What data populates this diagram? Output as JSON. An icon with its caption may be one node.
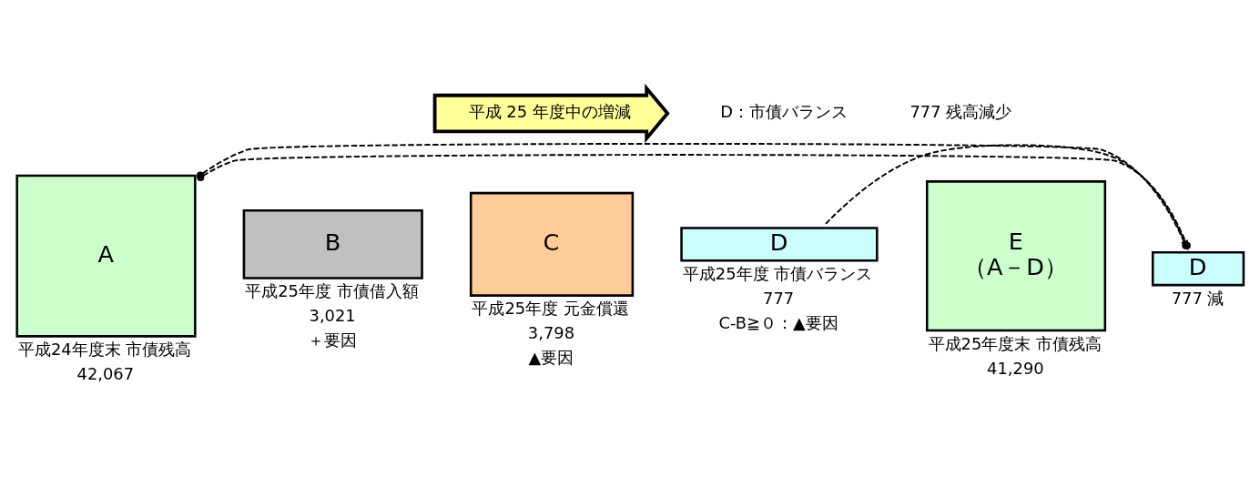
{
  "diagram": {
    "nodes": [
      {
        "text": [
          "A"
        ],
        "beside": [
          "平成24年度末 市債残高",
          "42,067"
        ]
      },
      {
        "text": [
          "B"
        ],
        "beside": [
          "平成25年度 市債借入額",
          "3,021",
          "＋要因"
        ]
      },
      {
        "text": [
          "C"
        ],
        "beside": [
          "平成25年度 元金償還",
          "3,798",
          "▲要因"
        ]
      },
      {
        "text": [
          "D"
        ],
        "beside": [
          "平成25年度 市債バランス",
          "777",
          "C-B≧０：▲要因"
        ]
      },
      {
        "text": [
          "E",
          "（A－D）"
        ],
        "beside": [
          "平成25年度末 市債残高",
          "41,290"
        ]
      },
      {
        "text": [
          "D"
        ],
        "beside": [
          "777 減"
        ]
      },
      {
        "text": [
          "平成 25 年度中の増減"
        ]
      }
    ],
    "edges": [
      {
        "from": 0,
        "to": 5,
        "arrow": "other",
        "style": "dashed"
      },
      {
        "from": 0,
        "to": 5,
        "arrow": "other",
        "style": "dashed"
      },
      {
        "from": 3,
        "to": 5,
        "arrow": "to",
        "style": "dashed"
      }
    ],
    "labels": [
      "D：市債バランス",
      "777 残高減少"
    ]
  }
}
